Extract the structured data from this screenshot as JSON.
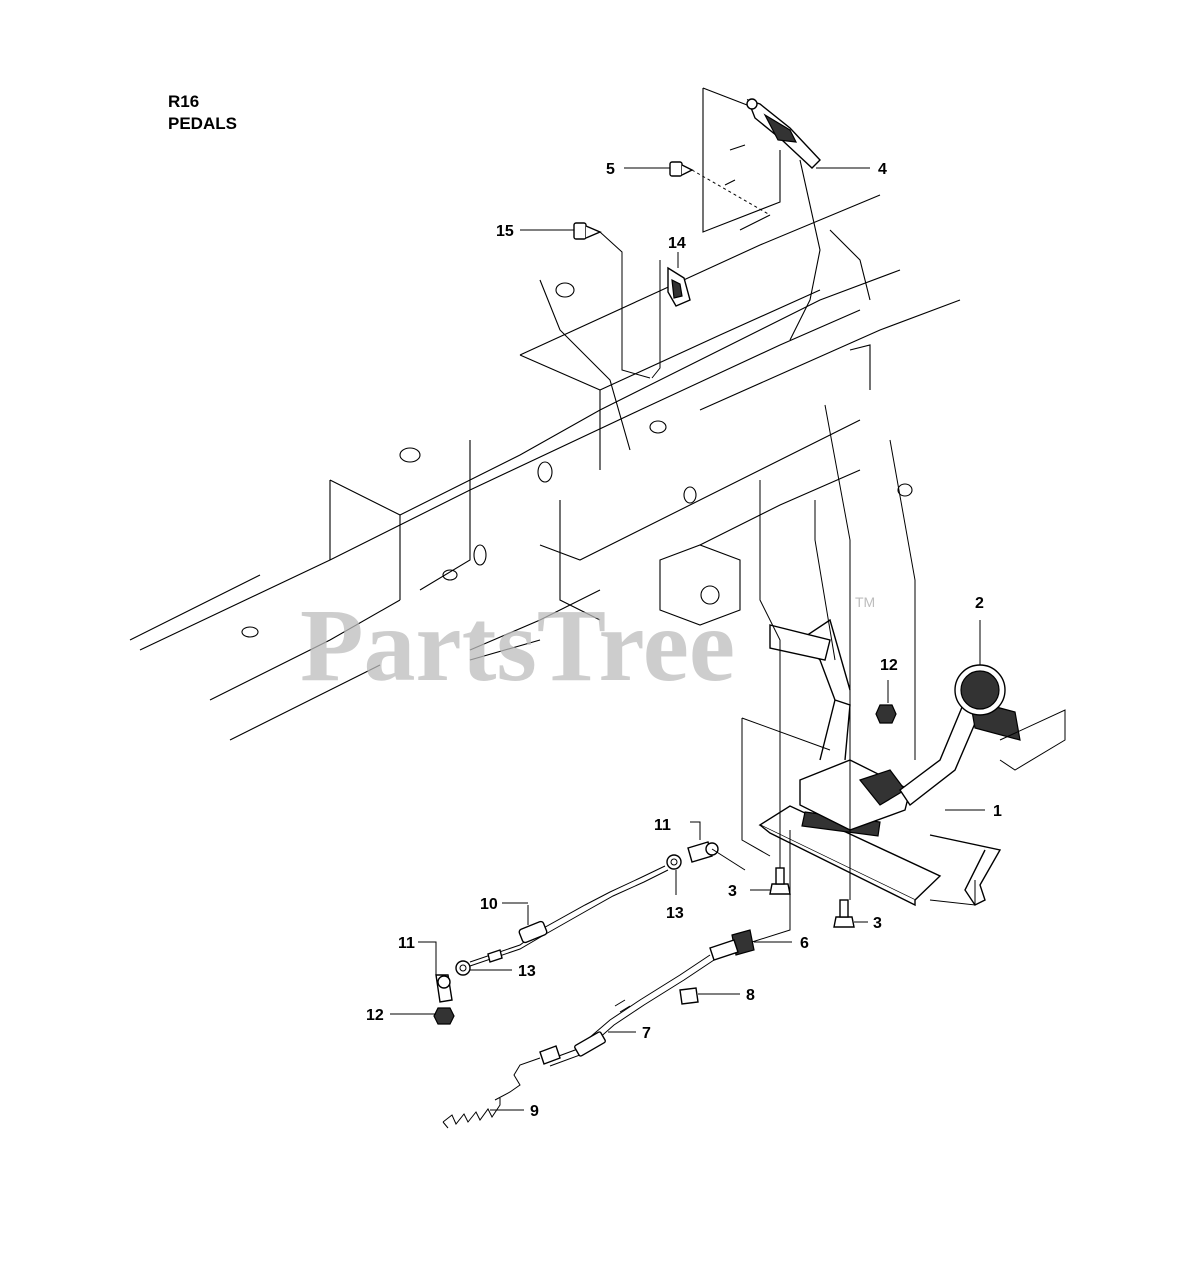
{
  "header": {
    "model": "R16",
    "section": "PEDALS"
  },
  "watermark": {
    "text": "PartsTree",
    "mark": "TM",
    "color": "#bdbdbd"
  },
  "callouts": [
    {
      "id": "c1",
      "label": "1"
    },
    {
      "id": "c2",
      "label": "2"
    },
    {
      "id": "c3a",
      "label": "3"
    },
    {
      "id": "c3b",
      "label": "3"
    },
    {
      "id": "c4",
      "label": "4"
    },
    {
      "id": "c5",
      "label": "5"
    },
    {
      "id": "c6",
      "label": "6"
    },
    {
      "id": "c7",
      "label": "7"
    },
    {
      "id": "c8",
      "label": "8"
    },
    {
      "id": "c9",
      "label": "9"
    },
    {
      "id": "c10",
      "label": "10"
    },
    {
      "id": "c11a",
      "label": "11"
    },
    {
      "id": "c11b",
      "label": "11"
    },
    {
      "id": "c12a",
      "label": "12"
    },
    {
      "id": "c12b",
      "label": "12"
    },
    {
      "id": "c13a",
      "label": "13"
    },
    {
      "id": "c13b",
      "label": "13"
    },
    {
      "id": "c14",
      "label": "14"
    },
    {
      "id": "c15",
      "label": "15"
    }
  ]
}
